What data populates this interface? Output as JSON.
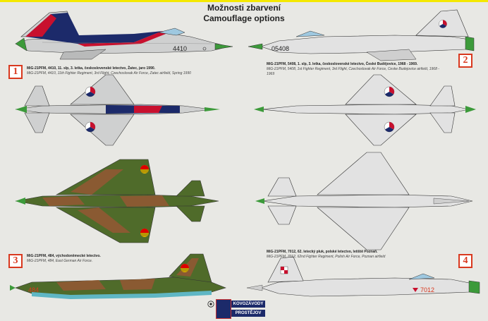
{
  "title_cz": "Možnosti zbarvení",
  "title_en": "Camouflage options",
  "options": [
    {
      "number": "1",
      "caption_cz": "MiG-21PFM, 4410, 11. slp, 3. letka, československé letectvo, Žatec, jaro 1990.",
      "caption_en": "MiG-21PFM, 4410, 11th Fighter Regiment, 3rd Flight, Czechoslovak Air Force, Zatec airfield, Spring 1990",
      "serial": "4410"
    },
    {
      "number": "2",
      "caption_cz": "MiG-21PFM, 5408, 1. slp, 3. letka, československé letectvo, České Budějovice, 1968 - 1969.",
      "caption_en": "MiG-21PFM, 5408, 1st Fighter Regiment, 3rd Flight, Czechoslovak Air Force, Ceske Budejovice airfield, 1968 - 1969",
      "serial": "05408"
    },
    {
      "number": "3",
      "caption_cz": "MiG-21PFM, 484, východoněmecké letectvo.",
      "caption_en": "MiG-21PFM, 484, East German Air Force.",
      "serial": "484"
    },
    {
      "number": "4",
      "caption_cz": "MiG-21PFM, 7012, 62. letecký pluk, polské letectvo, letiště Poznaň.",
      "caption_en": "MiG-21PFM, 7012, 62nd Fighter Regiment, Polish Air Force, Poznan airfield",
      "serial": "7012"
    }
  ],
  "logo": {
    "line1": "KOVOZÁVODY",
    "line2": "PROSTĚJOV"
  },
  "colors": {
    "accent": "#d9381e",
    "silver": "#d8d8d8",
    "green": "#4a9a3a",
    "camo_green": "#4f6b2a",
    "camo_brown": "#8a5a32",
    "camo_blue": "#5fb6c4",
    "cz_blue": "#1c2a6a",
    "cz_red": "#c8102e"
  }
}
